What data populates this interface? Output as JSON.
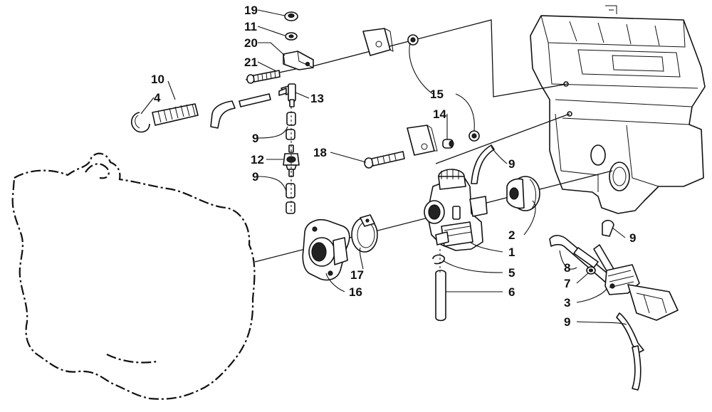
{
  "callouts": {
    "c19": "19",
    "c11": "11",
    "c20": "20",
    "c21": "21",
    "c10": "10",
    "c4": "4",
    "c13": "13",
    "c9a": "9",
    "c12": "12",
    "c9b": "9",
    "c18": "18",
    "c15": "15",
    "c14": "14",
    "c9c": "9",
    "c2": "2",
    "c1": "1",
    "c5": "5",
    "c6": "6",
    "c17": "17",
    "c16": "16",
    "c9d": "9",
    "c8": "8",
    "c7": "7",
    "c3": "3",
    "c9e": "9"
  },
  "icons": {
    "engine": "engine-outline-icon",
    "carburetor": "carburetor-icon",
    "airbox": "airbox-icon"
  },
  "colors": {
    "line": "#111111",
    "background": "#ffffff"
  }
}
